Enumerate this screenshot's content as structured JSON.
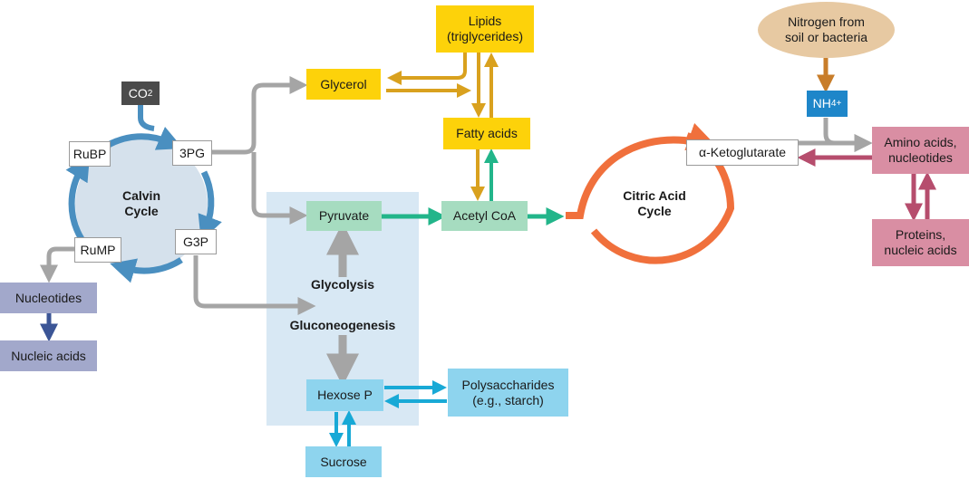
{
  "calvin": {
    "title_line1": "Calvin",
    "title_line2": "Cycle",
    "co2_base": "CO",
    "co2_sub": "2",
    "rubp": "RuBP",
    "pg3": "3PG",
    "g3p": "G3P",
    "rump": "RuMP"
  },
  "nucleotide_branch": {
    "nucleotides": "Nucleotides",
    "nucleic_acids": "Nucleic acids"
  },
  "lipid_branch": {
    "glycerol": "Glycerol",
    "lipids_line1": "Lipids",
    "lipids_line2": "(triglycerides)",
    "fatty_acids": "Fatty acids"
  },
  "glycolysis_panel": {
    "pyruvate": "Pyruvate",
    "glycolysis": "Glycolysis",
    "gluconeogenesis": "Gluconeogenesis",
    "hexose_p": "Hexose P"
  },
  "carbohydrates": {
    "polysaccharides_line1": "Polysaccharides",
    "polysaccharides_line2": "(e.g., starch)",
    "sucrose": "Sucrose"
  },
  "acetyl_coa": "Acetyl CoA",
  "citric": {
    "title_line1": "Citric Acid",
    "title_line2": "Cycle",
    "ketoglutarate": "α-Ketoglutarate"
  },
  "nitrogen": {
    "source_line1": "Nitrogen from",
    "source_line2": "soil or bacteria",
    "nh4_base": "NH",
    "nh4_sub": "4",
    "nh4_sup": "+",
    "amino_line1": "Amino acids,",
    "amino_line2": "nucleotides",
    "proteins_line1": "Proteins,",
    "proteins_line2": "nucleic acids"
  },
  "colors": {
    "calvin": "#4a8fc0",
    "calvin_fill": "#d5e1ec",
    "citric": "#f0703c",
    "lipid_arrow": "#d9a11e",
    "glycolysis_arrow": "#22b58a",
    "carb_arrow": "#18a9d6",
    "gray_arrow": "#a5a5a5",
    "nucleotide_arrow": "#3b5596",
    "nitrogen_arrow": "#c87d2a",
    "amino_arrow": "#b64d6d"
  }
}
